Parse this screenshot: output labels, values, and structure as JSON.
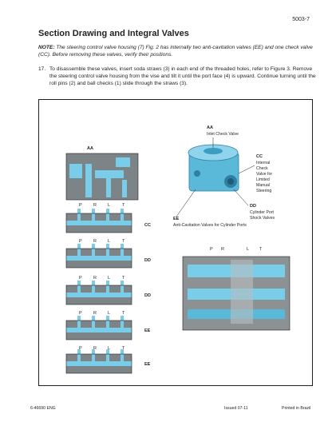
{
  "header": {
    "page_number": "5003-7"
  },
  "section": {
    "title": "Section Drawing and Integral Valves"
  },
  "note": {
    "label": "NOTE:",
    "text": "The steering control valve housing (7) Fig. 2 has internally two anti-cavitation valves (EE) and one check valve (CC). Before removing these valves, verify their positions."
  },
  "step": {
    "number": "17.",
    "text": "To disassemble these valves, insert soda straws (3) in each end of the threaded holes, refer to Figure 3. Remove the steering control valve housing from the vise and tilt it until the port face (4) is upward. Continue turning until the roll pins (2) and ball checks (1) slide through the straws (3)."
  },
  "figure": {
    "aa_tag": "AA",
    "inlet_check_valve": "Inlet Check Valve",
    "cc_tag": "CC",
    "cc_lines": [
      "Internal",
      "Check",
      "Valve for",
      "Limited",
      "Manual",
      "Steering"
    ],
    "dd_tag": "DD",
    "dd_lines": [
      "Cylinder Port",
      "Shock Valves"
    ],
    "ee_tag": "EE",
    "ee_desc": "Anti-Cavitation Valves for Cylinder Ports",
    "section_aa_tag": "AA",
    "port_p": "P",
    "port_r": "R",
    "port_l": "L",
    "port_t": "T",
    "row_tags": [
      "CC",
      "DD",
      "DD",
      "EE",
      "EE"
    ],
    "colors": {
      "housing_gray": "#7d8487",
      "passage_blue": "#79cde8",
      "render_blue": "#5ab8d8"
    }
  },
  "footer": {
    "left": "6-46690 ENG",
    "middle": "Issued 07-11",
    "right": "Printed in Brazil"
  }
}
